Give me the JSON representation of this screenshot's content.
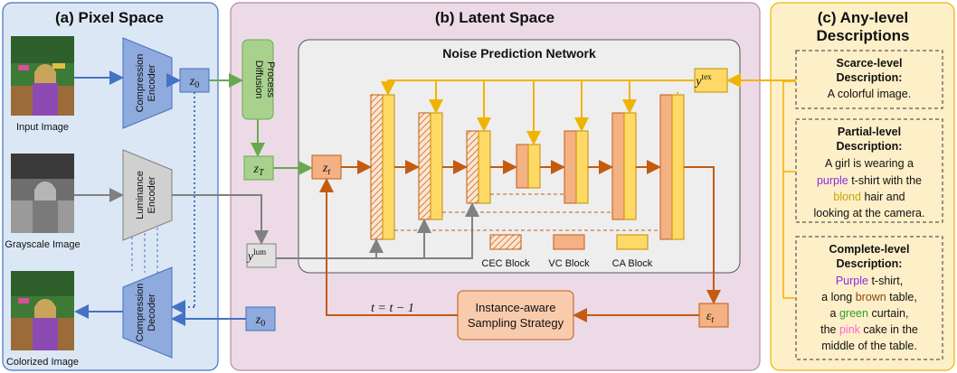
{
  "panels": {
    "pixel_title": "(a) Pixel Space",
    "latent_title": "(b) Latent Space",
    "desc_title_1": "(c) Any-level",
    "desc_title_2": "Descriptions"
  },
  "pixel": {
    "input_caption": "Input Image",
    "grayscale_caption": "Grayscale Image",
    "colorized_caption": "Colorized Image",
    "compression_encoder": [
      "Compression",
      "Encoder"
    ],
    "luminance_encoder": [
      "Luminance",
      "Encoder"
    ],
    "compression_decoder": [
      "Compression",
      "Decoder"
    ]
  },
  "latent": {
    "network_title": "Noise Prediction Network",
    "diffusion_process": [
      "Diffusion",
      "Process"
    ],
    "sampling_strategy": [
      "Instance-aware",
      "Sampling Strategy"
    ],
    "update_rule": "t = t − 1",
    "legend": {
      "cec": "CEC Block",
      "vc": "VC Block",
      "ca": "CA Block"
    }
  },
  "descriptions": {
    "scarce": {
      "heading": [
        "Scarce-level",
        "Description:"
      ],
      "text": "A colorful image."
    },
    "partial": {
      "heading": [
        "Partial-level",
        "Description:"
      ],
      "line1": "A girl is wearing a",
      "line2_color": "purple",
      "line2_rest": " t-shirt with the",
      "line3_color": "blond",
      "line3_rest": " hair and",
      "line4": "looking at the camera."
    },
    "complete": {
      "heading": [
        "Complete-level",
        "Description:"
      ],
      "line1_color": "Purple",
      "line1_rest": " t-shirt,",
      "line2_a": "a long ",
      "line2_color": "brown",
      "line2_b": " table,",
      "line3_a": "a ",
      "line3_color": "green",
      "line3_b": " curtain,",
      "line4_a": "the ",
      "line4_color": "pink",
      "line4_b": " cake in the",
      "line5": "middle of the table."
    }
  },
  "colors": {
    "pixel_bg": "#dbe7f5",
    "latent_bg": "#ecdbe6",
    "desc_bg": "#fdefc8",
    "blue_arrow": "#4472c4",
    "green_arrow": "#6aa84f",
    "orange_arrow": "#c55a11",
    "yellow_arrow": "#f0b400",
    "gray_arrow": "#808080",
    "word_purple": "#8a2be2",
    "word_blond": "#c9a400",
    "word_brown": "#8b4513",
    "word_green": "#2e9e2e",
    "word_pink": "#ff66cc"
  }
}
